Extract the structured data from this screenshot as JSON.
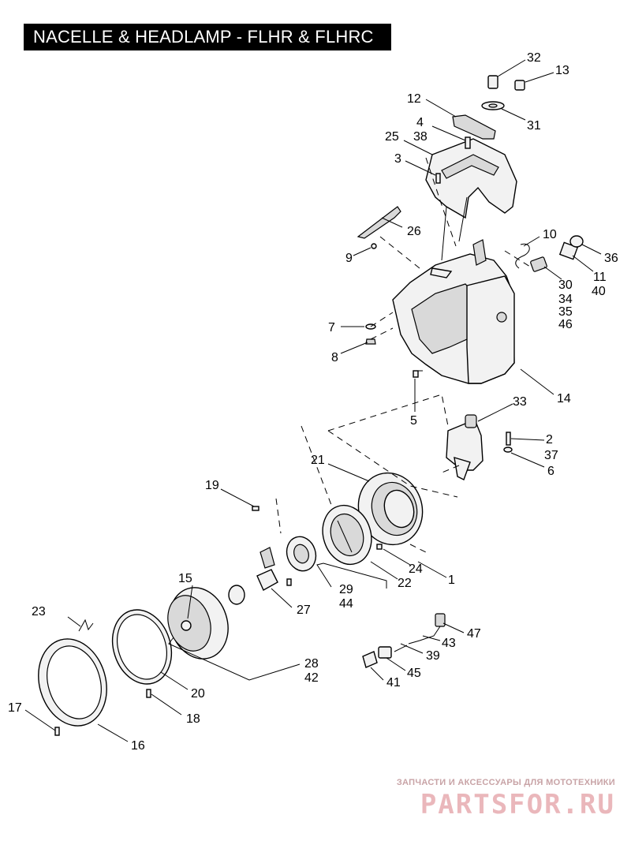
{
  "title": "NACELLE & HEADLAMP - FLHR & FLHRC",
  "callouts": [
    {
      "id": "c32",
      "text": "32"
    },
    {
      "id": "c13",
      "text": "13"
    },
    {
      "id": "c12",
      "text": "12"
    },
    {
      "id": "c31",
      "text": "31"
    },
    {
      "id": "c4",
      "text": "4"
    },
    {
      "id": "c38",
      "text": "38"
    },
    {
      "id": "c25",
      "text": "25"
    },
    {
      "id": "c3",
      "text": "3"
    },
    {
      "id": "c26",
      "text": "26"
    },
    {
      "id": "c9",
      "text": "9"
    },
    {
      "id": "c10",
      "text": "10"
    },
    {
      "id": "c36",
      "text": "36"
    },
    {
      "id": "c11",
      "text": "11"
    },
    {
      "id": "c40",
      "text": "40"
    },
    {
      "id": "c30",
      "text": "30"
    },
    {
      "id": "c34",
      "text": "34"
    },
    {
      "id": "c35",
      "text": "35"
    },
    {
      "id": "c46",
      "text": "46"
    },
    {
      "id": "c7",
      "text": "7"
    },
    {
      "id": "c8",
      "text": "8"
    },
    {
      "id": "c14",
      "text": "14"
    },
    {
      "id": "c5",
      "text": "5"
    },
    {
      "id": "c33",
      "text": "33"
    },
    {
      "id": "c2",
      "text": "2"
    },
    {
      "id": "c37",
      "text": "37"
    },
    {
      "id": "c6",
      "text": "6"
    },
    {
      "id": "c21",
      "text": "21"
    },
    {
      "id": "c19",
      "text": "19"
    },
    {
      "id": "c24",
      "text": "24"
    },
    {
      "id": "c1",
      "text": "1"
    },
    {
      "id": "c22",
      "text": "22"
    },
    {
      "id": "c15",
      "text": "15"
    },
    {
      "id": "c29",
      "text": "29"
    },
    {
      "id": "c44",
      "text": "44"
    },
    {
      "id": "c27",
      "text": "27"
    },
    {
      "id": "c23",
      "text": "23"
    },
    {
      "id": "c47",
      "text": "47"
    },
    {
      "id": "c43",
      "text": "43"
    },
    {
      "id": "c39",
      "text": "39"
    },
    {
      "id": "c28",
      "text": "28"
    },
    {
      "id": "c42",
      "text": "42"
    },
    {
      "id": "c45",
      "text": "45"
    },
    {
      "id": "c20",
      "text": "20"
    },
    {
      "id": "c41",
      "text": "41"
    },
    {
      "id": "c17",
      "text": "17"
    },
    {
      "id": "c18",
      "text": "18"
    },
    {
      "id": "c16",
      "text": "16"
    }
  ],
  "watermark": {
    "tagline": "ЗАПЧАСТИ И АКСЕССУАРЫ ДЛЯ МОТОТЕХНИКИ",
    "brand": "PARTSFOR.RU"
  },
  "colors": {
    "background": "#ffffff",
    "title_bar": "#000000",
    "ink": "#000000",
    "watermark": "#eab7bb"
  }
}
